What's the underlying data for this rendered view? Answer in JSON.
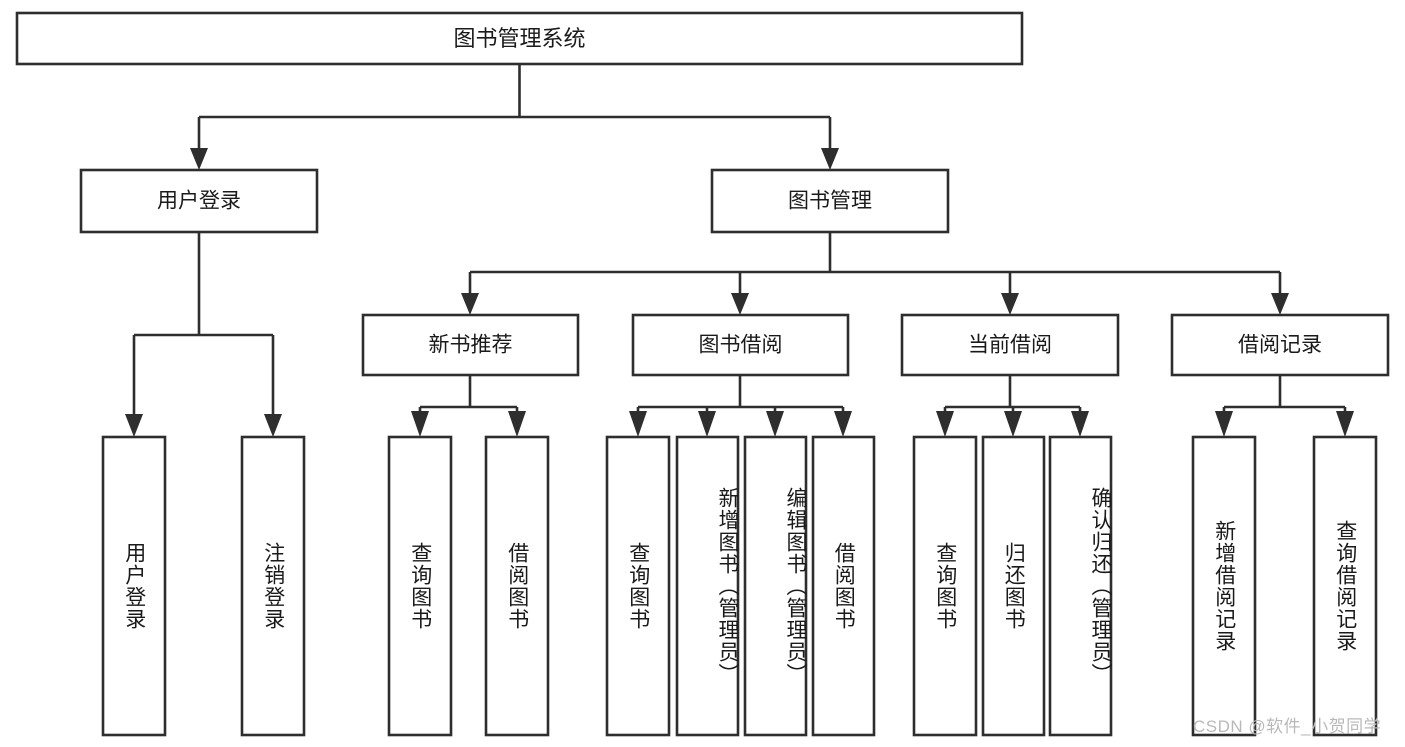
{
  "diagram": {
    "type": "tree-hierarchy",
    "title": "图书管理系统",
    "orientation": "top-down",
    "colors": {
      "box_stroke": "#2e2e2e",
      "box_fill": "#ffffff",
      "text": "#1a1a1a",
      "connector": "#2e2e2e",
      "watermark": "#b9b9b9",
      "background": "#ffffff"
    },
    "root": {
      "label": "图书管理系统"
    },
    "level2": [
      {
        "label": "用户登录"
      },
      {
        "label": "图书管理"
      }
    ],
    "level3": [
      {
        "label": "新书推荐"
      },
      {
        "label": "图书借阅"
      },
      {
        "label": "当前借阅"
      },
      {
        "label": "借阅记录"
      }
    ],
    "leaves": {
      "user_login": [
        {
          "label": "用户登录"
        },
        {
          "label": "注销登录"
        }
      ],
      "new_book_recommend": [
        {
          "label": "查询图书"
        },
        {
          "label": "借阅图书"
        }
      ],
      "book_borrow": [
        {
          "label": "查询图书"
        },
        {
          "label": "新增图书（管理员）"
        },
        {
          "label": "编辑图书（管理员）"
        },
        {
          "label": "借阅图书"
        }
      ],
      "current_borrow": [
        {
          "label": "查询图书"
        },
        {
          "label": "归还图书"
        },
        {
          "label": "确认归还（管理员）"
        }
      ],
      "borrow_record": [
        {
          "label": "新增借阅记录"
        },
        {
          "label": "查询借阅记录"
        }
      ]
    }
  },
  "watermark": {
    "text": "CSDN @软件_小贺同学"
  }
}
